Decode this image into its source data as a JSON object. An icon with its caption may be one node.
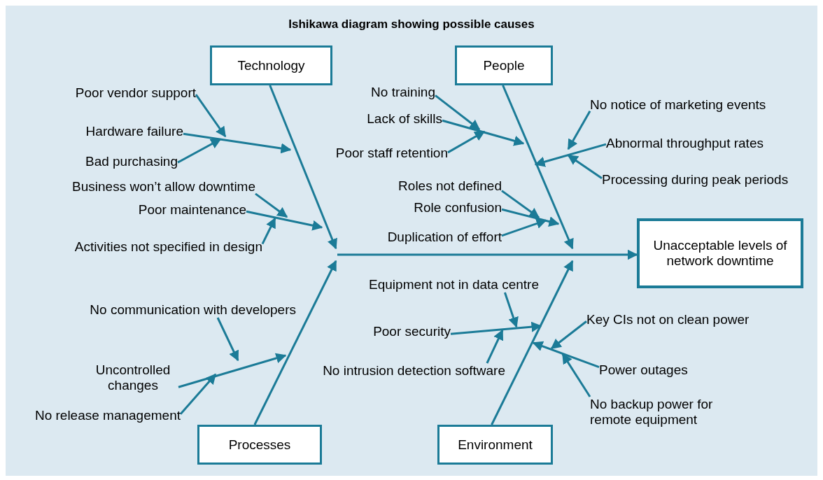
{
  "diagram": {
    "title": "Ishikawa diagram showing possible causes",
    "nodes": [
      {
        "text": [
          "Technology"
        ]
      },
      {
        "text": [
          "People"
        ]
      },
      {
        "text": [
          "Processes"
        ]
      },
      {
        "text": [
          "Environment"
        ]
      },
      {
        "text": [
          "Unacceptable levels of network downtime"
        ]
      },
      {
        "text": [
          "Poor vendor support"
        ]
      },
      {
        "text": [
          "Hardware failure"
        ]
      },
      {
        "text": [
          "Bad purchasing"
        ]
      },
      {
        "text": [
          "Business won’t allow downtime"
        ]
      },
      {
        "text": [
          "Poor maintenance"
        ]
      },
      {
        "text": [
          "Activities not specified in design"
        ]
      },
      {
        "text": [
          "No training"
        ]
      },
      {
        "text": [
          "Lack of skills"
        ]
      },
      {
        "text": [
          "Poor staff retention"
        ]
      },
      {
        "text": [
          "No notice of marketing events"
        ]
      },
      {
        "text": [
          "Abnormal throughput rates"
        ]
      },
      {
        "text": [
          "Processing during peak periods"
        ]
      },
      {
        "text": [
          "Roles not defined"
        ]
      },
      {
        "text": [
          "Role confusion"
        ]
      },
      {
        "text": [
          "Duplication of effort"
        ]
      },
      {
        "text": [
          "Equipment not in data centre"
        ]
      },
      {
        "text": [
          "Poor security"
        ]
      },
      {
        "text": [
          "No intrusion detection software"
        ]
      },
      {
        "text": [
          "Key CIs not on clean power"
        ]
      },
      {
        "text": [
          "Power outages"
        ]
      },
      {
        "text": [
          "No backup power for remote equipment"
        ]
      },
      {
        "text": [
          "No communication with developers"
        ]
      },
      {
        "text": [
          "Uncontrolled changes"
        ]
      },
      {
        "text": [
          "No release management"
        ]
      }
    ],
    "edges": [
      {
        "from": null,
        "to": 4,
        "arrow": "to"
      },
      {
        "from": 0,
        "to": null,
        "arrow": "to"
      },
      {
        "from": 1,
        "to": null,
        "arrow": "to"
      },
      {
        "from": 2,
        "to": null,
        "arrow": "to"
      },
      {
        "from": 3,
        "to": null,
        "arrow": "to"
      },
      {
        "from": 6,
        "to": null,
        "arrow": "to"
      },
      {
        "from": 5,
        "to": null,
        "arrow": "to"
      },
      {
        "from": 7,
        "to": null,
        "arrow": "to"
      },
      {
        "from": 9,
        "to": null,
        "arrow": "to"
      },
      {
        "from": 8,
        "to": null,
        "arrow": "to"
      },
      {
        "from": 10,
        "to": null,
        "arrow": "to"
      },
      {
        "from": 12,
        "to": null,
        "arrow": "to"
      },
      {
        "from": 11,
        "to": null,
        "arrow": "to"
      },
      {
        "from": 13,
        "to": null,
        "arrow": "to"
      },
      {
        "from": 15,
        "to": null,
        "arrow": "to"
      },
      {
        "from": 14,
        "to": null,
        "arrow": "to"
      },
      {
        "from": 16,
        "to": null,
        "arrow": "to"
      },
      {
        "from": 18,
        "to": null,
        "arrow": "to"
      },
      {
        "from": 17,
        "to": null,
        "arrow": "to"
      },
      {
        "from": 19,
        "to": null,
        "arrow": "to"
      },
      {
        "from": 21,
        "to": null,
        "arrow": "to"
      },
      {
        "from": 20,
        "to": null,
        "arrow": "to"
      },
      {
        "from": 22,
        "to": null,
        "arrow": "to"
      },
      {
        "from": 24,
        "to": null,
        "arrow": "to"
      },
      {
        "from": 23,
        "to": null,
        "arrow": "to"
      },
      {
        "from": 25,
        "to": null,
        "arrow": "to"
      },
      {
        "from": 27,
        "to": null,
        "arrow": "to"
      },
      {
        "from": 26,
        "to": null,
        "arrow": "to"
      },
      {
        "from": 28,
        "to": null,
        "arrow": "to"
      }
    ]
  }
}
